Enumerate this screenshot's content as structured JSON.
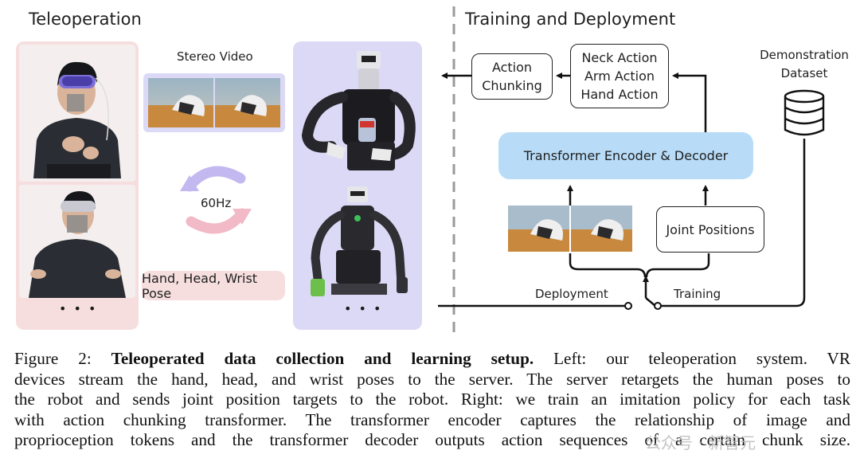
{
  "left": {
    "title": "Teleoperation",
    "stereo_label": "Stereo Video",
    "rate_label": "60Hz",
    "pose_label": "Hand, Head, Wrist Pose",
    "ellipsis_left": "• • •",
    "ellipsis_right": "• • •"
  },
  "right": {
    "title": "Training and Deployment",
    "action_chunking": "Action Chunking",
    "actions": [
      "Neck Action",
      "Arm Action",
      "Hand Action"
    ],
    "dataset_label": "Demonstration Dataset",
    "encoder_label": "Transformer Encoder & Decoder",
    "joint_positions": "Joint Positions",
    "deployment_label": "Deployment",
    "training_label": "Training"
  },
  "caption": {
    "figure_label": "Figure 2:",
    "bold_title": "Teleoperated data collection and learning setup.",
    "lines": [
      " Left: our teleoperation system. VR",
      "devices stream the hand, head, and wrist poses to the server. The server retargets the human poses to",
      "the robot and sends joint position targets to the robot. Right: we train an imitation policy for each task",
      "with action chunking transformer. The transformer encoder captures the relationship of image and",
      "proprioception tokens and the transformer decoder outputs action sequences of a certain chunk size."
    ]
  },
  "watermark": "公众号 · 新智元",
  "colors": {
    "pink_panel": "#f6dede",
    "lilac_panel": "#dcd9f6",
    "encoder_blue": "#b8dcf7",
    "arrow_pink": "#f2b9c6",
    "arrow_lilac": "#c3b8f0"
  }
}
